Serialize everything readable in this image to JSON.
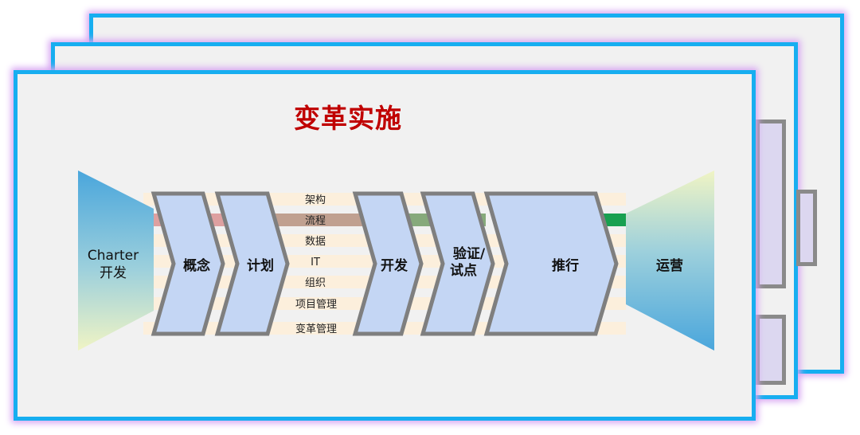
{
  "title": "变革实施",
  "ghost_title": "实施",
  "left_funnel": {
    "line1": "Charter",
    "line2": "开发"
  },
  "right_funnel": {
    "label": "运营"
  },
  "stages": {
    "concept": "概念",
    "plan": "计划",
    "develop": "开发",
    "verify_line1": "验证/",
    "verify_line2": "试点",
    "rollout": "推行"
  },
  "bands": {
    "architecture": "架构",
    "process": "流程",
    "data": "数据",
    "it": "IT",
    "organization": "组织",
    "project_mgmt": "项目管理",
    "change_mgmt": "变革管理"
  },
  "colors": {
    "card_border": "#17aef0",
    "chevron_fill": "#c4d6f4",
    "chevron_stroke": "#7f7f7f",
    "title": "#c00000",
    "band_light": "#fcefdc",
    "band_process_left": "#dea0a0",
    "band_process_mid": "#c0a090",
    "band_process_green": "#86a97b",
    "band_process_right": "#18a050",
    "funnel_blue": "#4aa6dc",
    "funnel_yellow": "#f0f4c4"
  }
}
